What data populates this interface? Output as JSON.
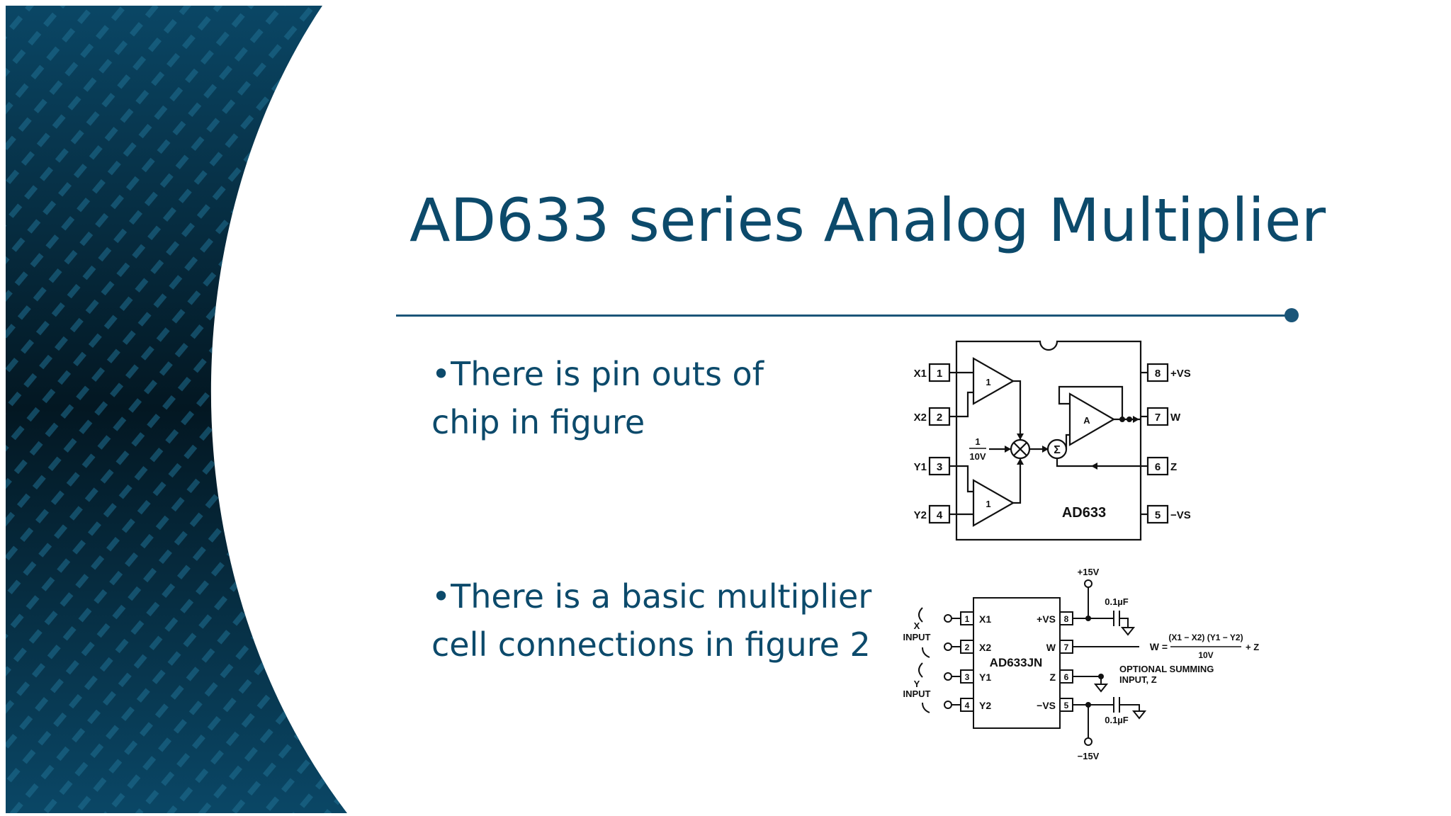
{
  "slide": {
    "title": "AD633 series Analog Multiplier",
    "bullets": [
      {
        "line1": "•There is pin outs of",
        "line2": "chip in figure"
      },
      {
        "line1": "•There is a basic multiplier",
        "line2": "cell connections in figure 2"
      }
    ]
  },
  "figure1": {
    "chip_label": "AD633",
    "left_pins": [
      {
        "num": "1",
        "name": "X1"
      },
      {
        "num": "2",
        "name": "X2"
      },
      {
        "num": "3",
        "name": "Y1"
      },
      {
        "num": "4",
        "name": "Y2"
      }
    ],
    "right_pins": [
      {
        "num": "8",
        "name": "+VS"
      },
      {
        "num": "7",
        "name": "W"
      },
      {
        "num": "6",
        "name": "Z"
      },
      {
        "num": "5",
        "name": "−VS"
      }
    ],
    "scale_num": "1",
    "scale_den": "10V",
    "amp_gain": "1",
    "out_amp": "A",
    "sum_symbol": "Σ",
    "mult_symbol": "×"
  },
  "figure2": {
    "chip_label": "AD633JN",
    "plus_supply": "+15V",
    "minus_supply": "−15V",
    "cap_top": "0.1µF",
    "cap_bottom": "0.1µF",
    "x_input": "X",
    "y_input": "Y",
    "input_word": "INPUT",
    "left_pins": [
      {
        "num": "1",
        "name": "X1"
      },
      {
        "num": "2",
        "name": "X2"
      },
      {
        "num": "3",
        "name": "Y1"
      },
      {
        "num": "4",
        "name": "Y2"
      }
    ],
    "right_pins": [
      {
        "num": "8",
        "name": "+VS"
      },
      {
        "num": "7",
        "name": "W"
      },
      {
        "num": "6",
        "name": "Z"
      },
      {
        "num": "5",
        "name": "−VS"
      }
    ],
    "formula_lhs": "W =",
    "formula_num": "(X1 − X2) (Y1 − Y2)",
    "formula_den": "10V",
    "formula_tail": "+ Z",
    "summing_line1": "OPTIONAL SUMMING",
    "summing_line2": "INPUT, Z"
  },
  "colors": {
    "title": "#0c4a6b",
    "rule": "#1a5578",
    "panel_dark": "#06283a"
  }
}
